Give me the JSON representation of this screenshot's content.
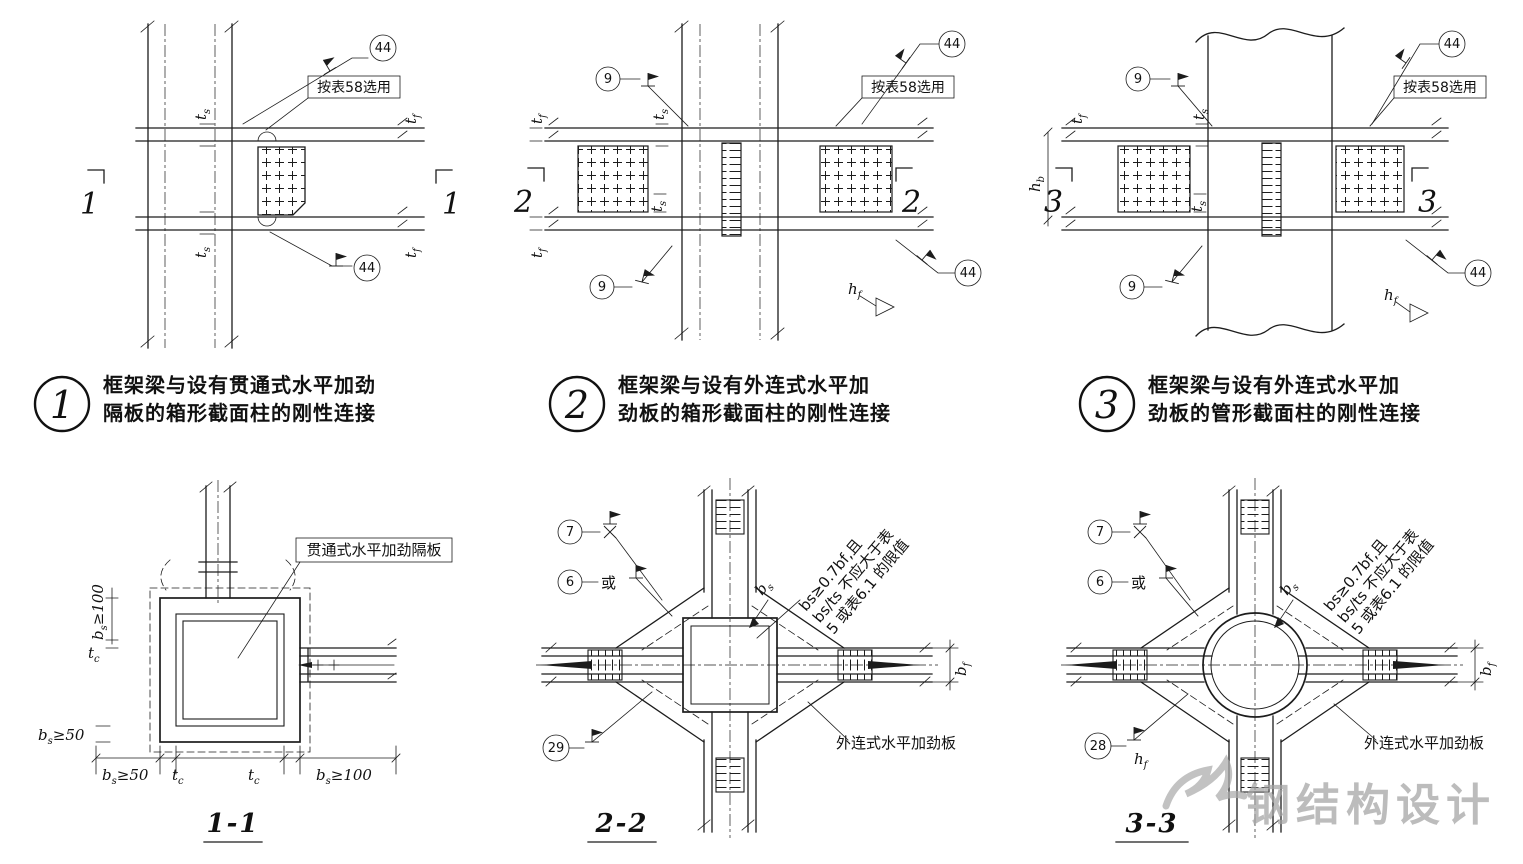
{
  "captions": [
    {
      "num": "1",
      "line1": "框架梁与设有贯通式水平加劲",
      "line2": "隔板的箱形截面柱的刚性连接"
    },
    {
      "num": "2",
      "line1": "框架梁与设有外连式水平加",
      "line2": "劲板的箱形截面柱的刚性连接"
    },
    {
      "num": "3",
      "line1": "框架梁与设有外连式水平加",
      "line2": "劲板的管形截面柱的刚性连接"
    }
  ],
  "sections": [
    {
      "label": "1-1"
    },
    {
      "label": "2-2"
    },
    {
      "label": "3-3"
    }
  ],
  "cuts": {
    "one": "1",
    "two": "2",
    "three": "3"
  },
  "callouts": {
    "n44": "44",
    "n9": "9",
    "n7": "7",
    "n6": "6",
    "n29": "29",
    "n28": "28"
  },
  "notes": {
    "table58": "按表58选用",
    "through": "贯通式水平加劲隔板",
    "external": "外连式水平加劲板",
    "or": "或",
    "bs1": "bs≥0.7bf,且",
    "bs2": "bs/ts 不应大于表",
    "bs3": "5 或表6.1 的限值"
  },
  "dims": {
    "ts": {
      "m": "t",
      "s": "s"
    },
    "tf": {
      "m": "t",
      "s": "f"
    },
    "tc": {
      "m": "t",
      "s": "c"
    },
    "hf": {
      "m": "h",
      "s": "f"
    },
    "hb": {
      "m": "h",
      "s": "b"
    },
    "bf": {
      "m": "b",
      "s": "f"
    },
    "bs": {
      "m": "b",
      "s": "s"
    },
    "ge100": "≥100",
    "ge50": "≥50"
  },
  "watermark": "钢结构设计"
}
